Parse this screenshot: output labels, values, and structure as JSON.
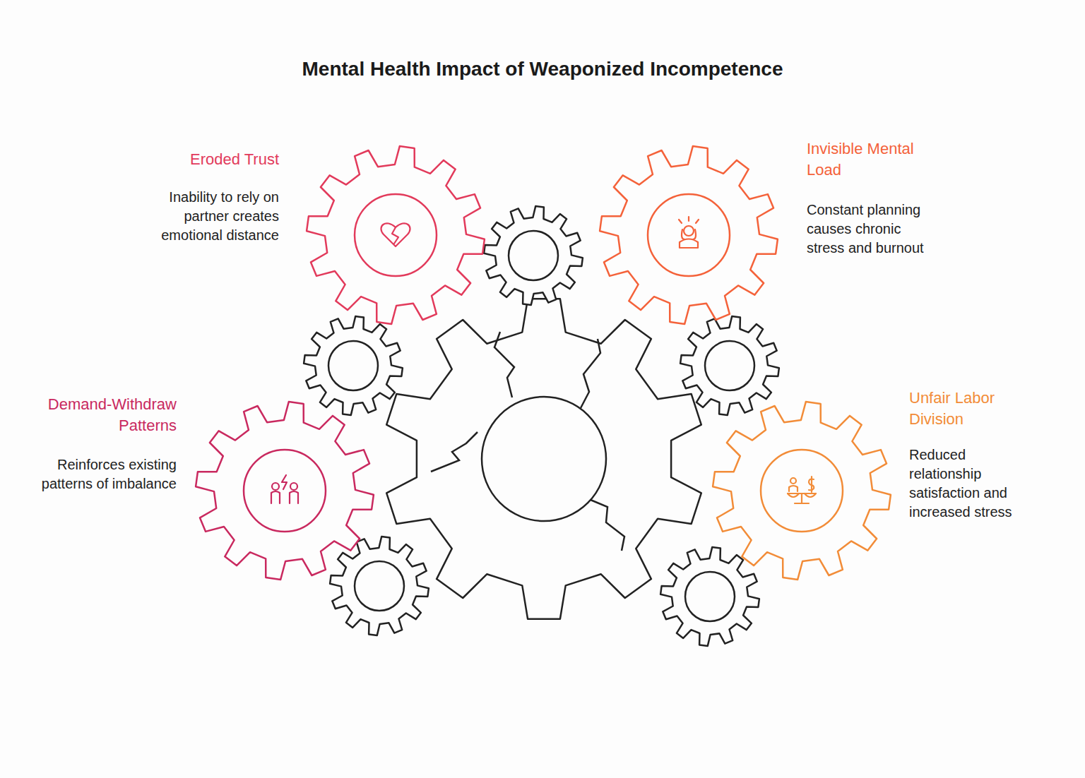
{
  "diagram": {
    "title": "Mental Health Impact of Weaponized Incompetence",
    "nodes": [
      {
        "text": [
          "Eroded Trust",
          "Inability to rely on partner creates emotional distance"
        ]
      },
      {
        "text": [
          "Invisible Mental Load",
          "Constant planning causes chronic stress and burnout"
        ]
      },
      {
        "text": [
          "Demand-Withdraw Patterns",
          "Reinforces existing patterns of imbalance"
        ]
      },
      {
        "text": [
          "Unfair Labor Division",
          "Reduced relationship satisfaction and increased stress"
        ]
      }
    ]
  }
}
